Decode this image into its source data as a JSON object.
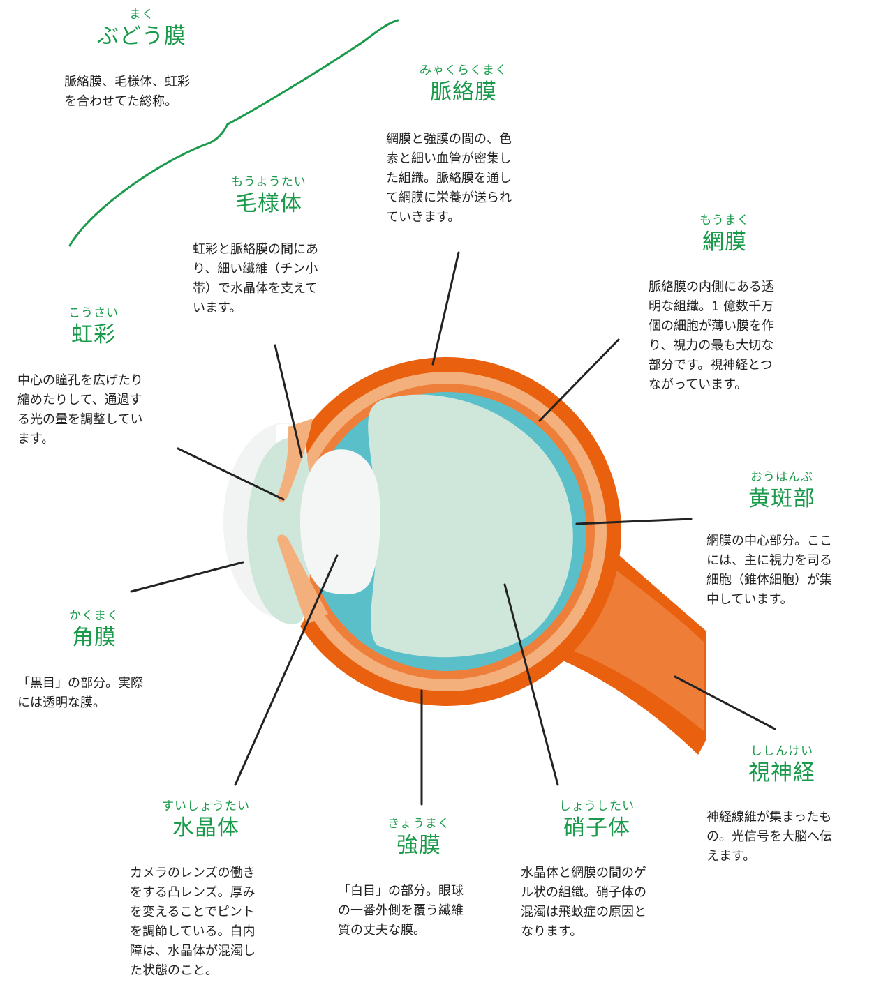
{
  "colors": {
    "accent_green": "#1a9a4a",
    "sclera_outer": "#e9600f",
    "choroid": "#f4b07c",
    "retina_band": "#ed7f3a",
    "vitreous_fill": "#5bbfc9",
    "lens_light": "#cfe7da",
    "lens_white": "#f4f6f5",
    "cornea": "#f0f3f1",
    "optic_nerve": "#ee7d37"
  },
  "parts": {
    "uvea": {
      "ruby": "まく",
      "title": "ぶどう膜",
      "desc": "脈絡膜、毛様体、虹彩\nを合わせてた総称。"
    },
    "choroid": {
      "ruby": "みゃくらくまく",
      "title": "脈絡膜",
      "desc": "網膜と強膜の間の、色\n素と細い血管が密集し\nた組織。脈絡膜を通し\nて網膜に栄養が送られ\nていきます。"
    },
    "ciliary": {
      "ruby": "もうようたい",
      "title": "毛様体",
      "desc": "虹彩と脈絡膜の間にあ\nり、細い繊維（チン小\n帯）で水晶体を支えて\nいます。"
    },
    "retina": {
      "ruby": "もうまく",
      "title": "網膜",
      "desc": "脈絡膜の内側にある透\n明な組織。1 億数千万\n個の細胞が薄い膜を作\nり、視力の最も大切な\n部分です。視神経とつ\nながっています。"
    },
    "iris": {
      "ruby": "こうさい",
      "title": "虹彩",
      "desc": "中心の瞳孔を広げたり\n縮めたりして、通過す\nる光の量を調整してい\nます。"
    },
    "macula": {
      "ruby": "おうはんぶ",
      "title": "黄斑部",
      "desc": "網膜の中心部分。ここ\nには、主に視力を司る\n細胞（錐体細胞）が集\n中しています。"
    },
    "cornea": {
      "ruby": "かくまく",
      "title": "角膜",
      "desc": "「黒目」の部分。実際\nには透明な膜。"
    },
    "optic": {
      "ruby": "ししんけい",
      "title": "視神経",
      "desc": "神経線維が集まったも\nの。光信号を大脳へ伝\nえます。"
    },
    "lens": {
      "ruby": "すいしょうたい",
      "title": "水晶体",
      "desc": "カメラのレンズの働き\nをする凸レンズ。厚み\nを変えることでピント\nを調節している。白内\n障は、水晶体が混濁し\nた状態のこと。"
    },
    "sclera": {
      "ruby": "きょうまく",
      "title": "強膜",
      "desc": "「白目」の部分。眼球\nの一番外側を覆う繊維\n質の丈夫な膜。"
    },
    "vitreous": {
      "ruby": "しょうしたい",
      "title": "硝子体",
      "desc": "水晶体と網膜の間のゲ\nル状の組織。硝子体の\n混濁は飛蚊症の原因と\nなります。"
    }
  }
}
